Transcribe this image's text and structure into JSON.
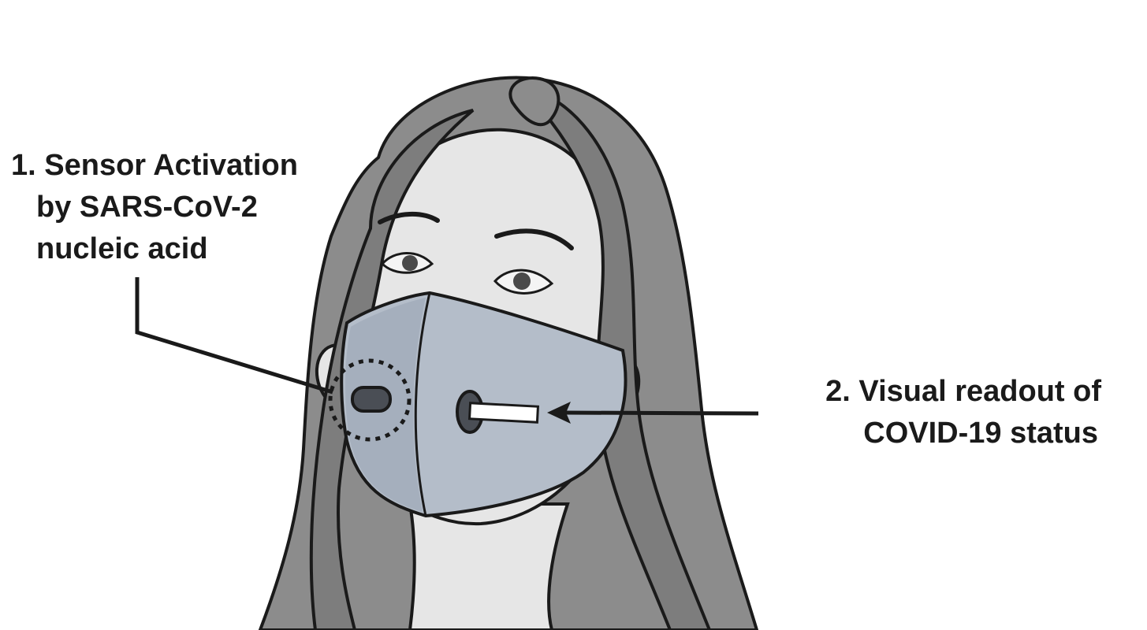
{
  "callouts": {
    "sensor": {
      "line1": "1. Sensor Activation",
      "line2": "by SARS-CoV-2",
      "line3": "nucleic acid"
    },
    "readout": {
      "line1": "2. Visual readout of",
      "line2": "COVID-19 status"
    }
  },
  "colors": {
    "background": "#ffffff",
    "outline": "#1a1a1a",
    "hair": "#8c8c8c",
    "hair_shadow": "#6f6f6f",
    "skin": "#e6e6e6",
    "mask": "#b4bdc9",
    "mask_shadow": "#9ea8b6",
    "sensor_dark": "#4a4e55",
    "readout_strip": "#ffffff",
    "text": "#1a1a1a"
  },
  "icons": {
    "sensor": "sensor-module-icon",
    "readout": "readout-strip-icon"
  }
}
